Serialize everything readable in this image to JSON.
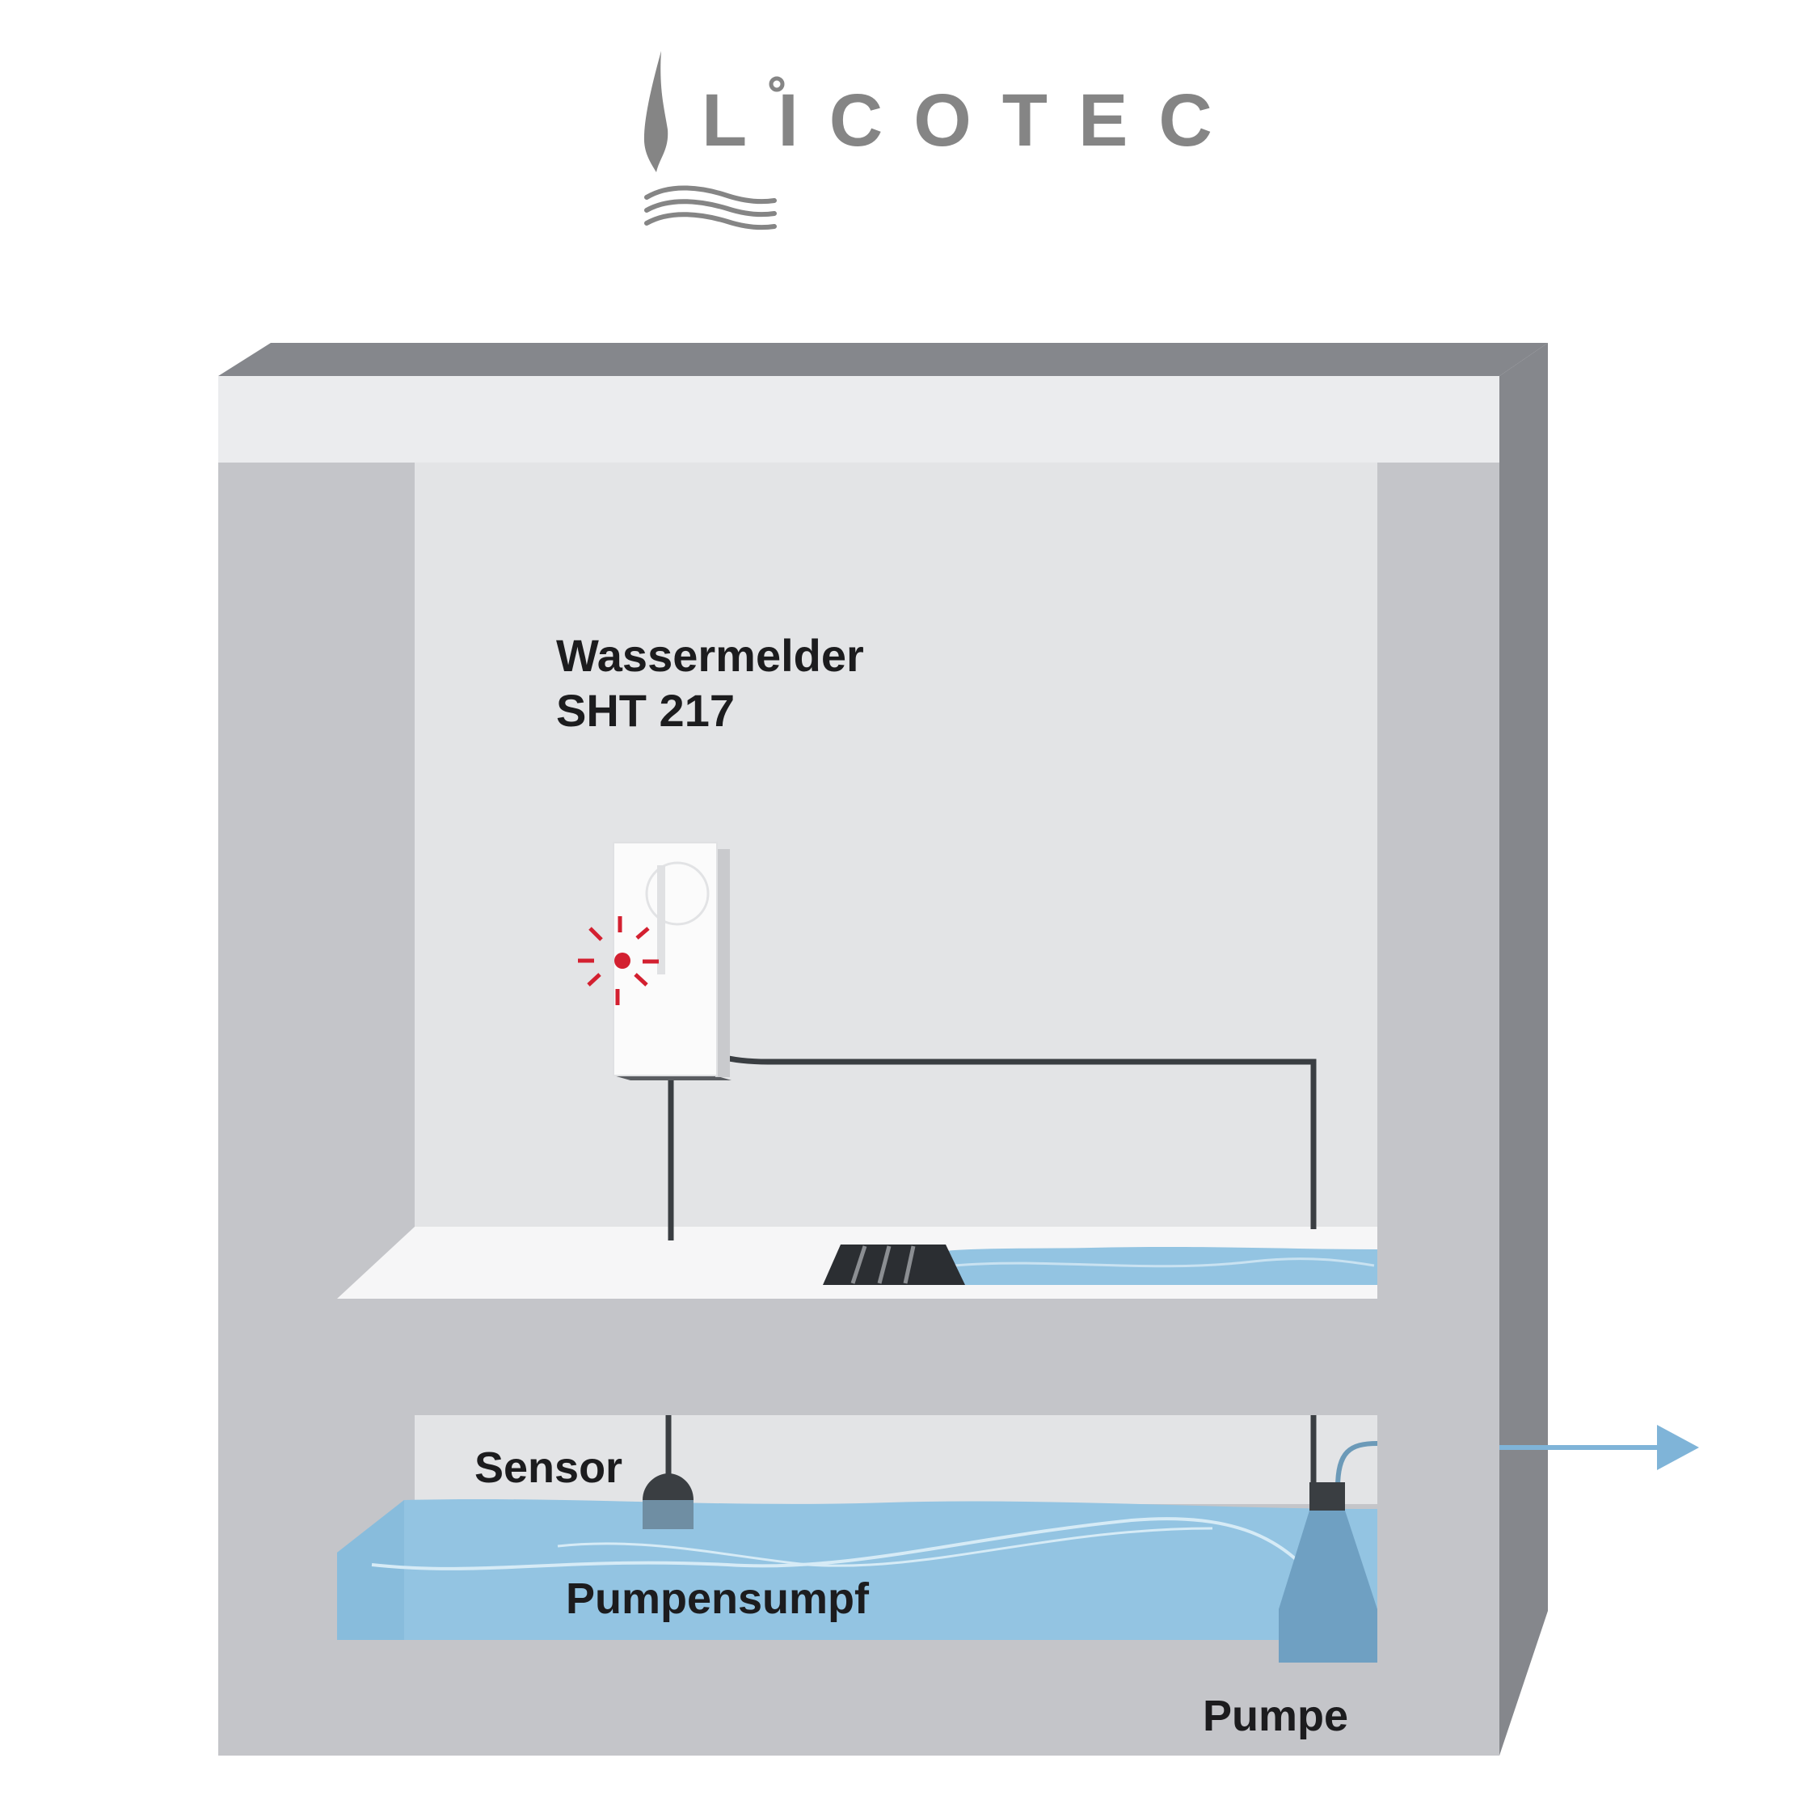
{
  "logo": {
    "brand": "LICOTEC"
  },
  "labels": {
    "device_line1": "Wassermelder",
    "device_line2": "SHT 217",
    "sensor": "Sensor",
    "sump": "Pumpensumpf",
    "pump": "Pumpe"
  },
  "colors": {
    "wall": "#c4c5c9",
    "room": "#e3e4e6",
    "ceiling": "#ebecee",
    "side_dark": "#85878c",
    "water": "#93c4e2",
    "alarm": "#d32030",
    "cable": "#3a3e42"
  }
}
